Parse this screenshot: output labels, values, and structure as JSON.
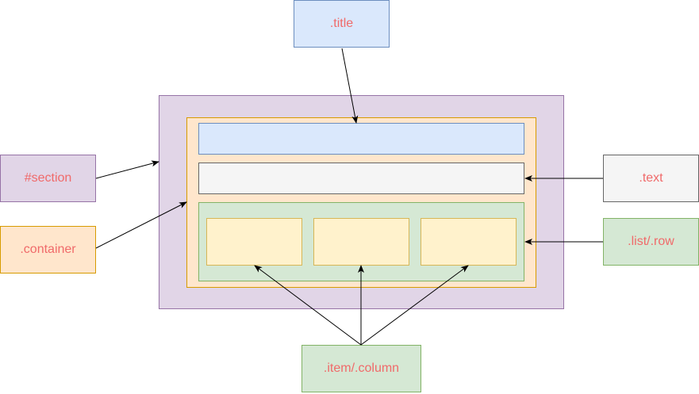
{
  "labels": {
    "title": ".title",
    "section": "#section",
    "container": ".container",
    "text": ".text",
    "list_row": ".list/.row",
    "item_column": ".item/.column"
  },
  "colors": {
    "label_text": "#f06a6a",
    "section_fill": "#e1d5e7",
    "section_stroke": "#9673a6",
    "container_fill": "#ffe6cc",
    "container_stroke": "#d79b00",
    "title_fill": "#dae8fc",
    "title_stroke": "#6c8ebf",
    "text_fill": "#f5f5f5",
    "text_stroke": "#666666",
    "list_fill": "#d5e8d4",
    "list_stroke": "#82b366",
    "item_fill": "#fff2cc",
    "item_stroke": "#d6b656"
  }
}
